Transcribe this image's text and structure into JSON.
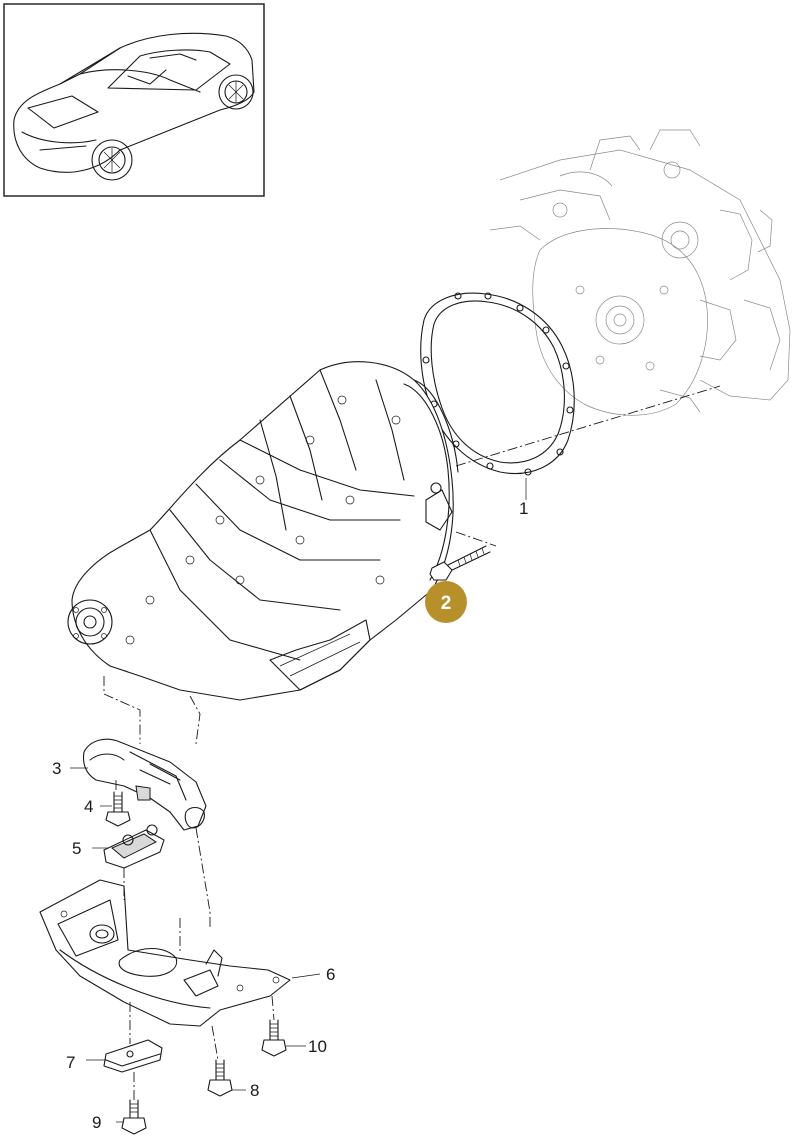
{
  "callouts": [
    {
      "number": "1"
    },
    {
      "number": "2"
    },
    {
      "number": "3"
    },
    {
      "number": "4"
    },
    {
      "number": "5"
    },
    {
      "number": "6"
    },
    {
      "number": "7"
    },
    {
      "number": "8"
    },
    {
      "number": "9"
    },
    {
      "number": "10"
    }
  ],
  "highlight": {
    "number": "2",
    "color": "#b8902a"
  },
  "colors": {
    "line": "#1a1a1a",
    "background": "#ffffff",
    "badge": "#b8902a"
  }
}
